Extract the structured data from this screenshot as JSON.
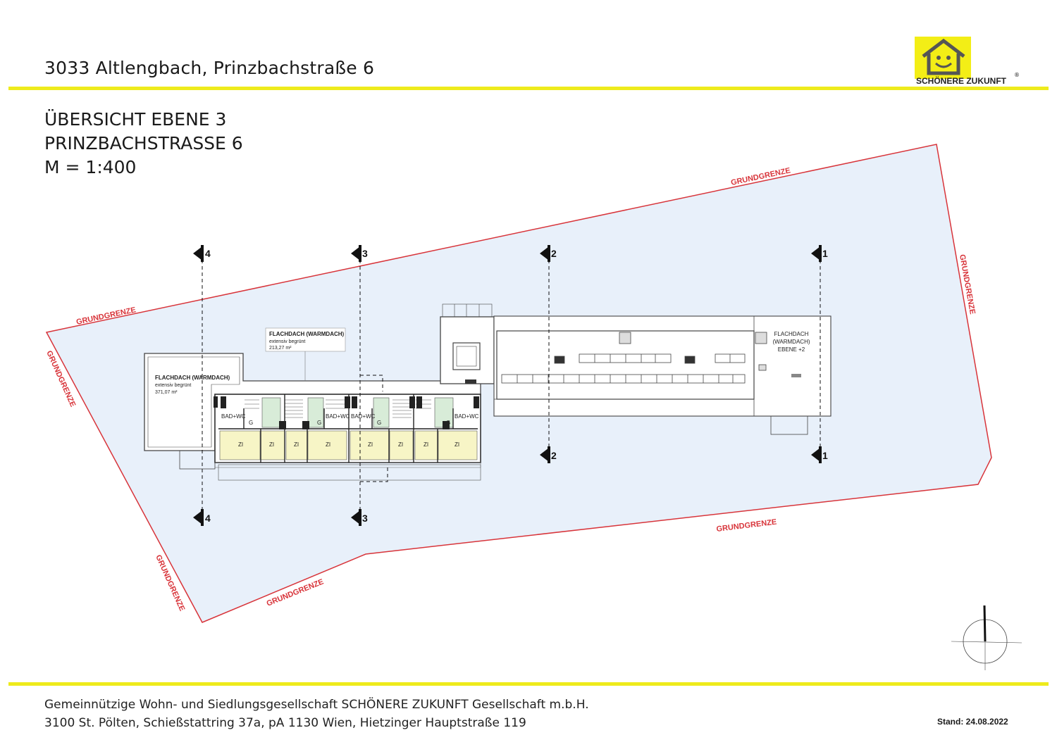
{
  "header": {
    "address": "3033 Altlengbach, Prinzbachstraße 6",
    "logo_brand": "SCHÖNERE ZUKUNFT",
    "logo_reg": "®"
  },
  "title": {
    "line1": "ÜBERSICHT EBENE 3",
    "line2": "PRINZBACHSTRASSE 6",
    "line3": "M = 1:400"
  },
  "plan": {
    "boundary_label": "GRUNDGRENZE",
    "roof_left": {
      "title": "FLACHDACH (WARMDACH)",
      "sub": "extensiv begrünt",
      "area": "371,07 m²"
    },
    "roof_middle": {
      "title": "FLACHDACH (WARMDACH)",
      "sub": "extensiv begrünt",
      "area": "213,27 m²"
    },
    "roof_right": {
      "line1": "FLACHDACH",
      "line2": "(WARMDACH)",
      "line3": "EBENE +2"
    },
    "room_labels": {
      "bath": "BAD+WC",
      "wardrobe": "G",
      "room": "ZI"
    },
    "sections": [
      "1",
      "2",
      "3",
      "4"
    ],
    "colors": {
      "site_fill": "#e8f0fa",
      "boundary": "#d8343a",
      "room_fill": "#f7f5c6",
      "stair_fill": "#d8ecd8",
      "accent_yellow": "#eeeb1c"
    }
  },
  "footer": {
    "line1": "Gemeinnützige Wohn- und Siedlungsgesellschaft SCHÖNERE ZUKUNFT Gesellschaft m.b.H.",
    "line2": "3100 St. Pölten, Schießstattring 37a, pA 1130 Wien, Hietzinger Hauptstraße 119",
    "stand": "Stand: 24.08.2022"
  }
}
